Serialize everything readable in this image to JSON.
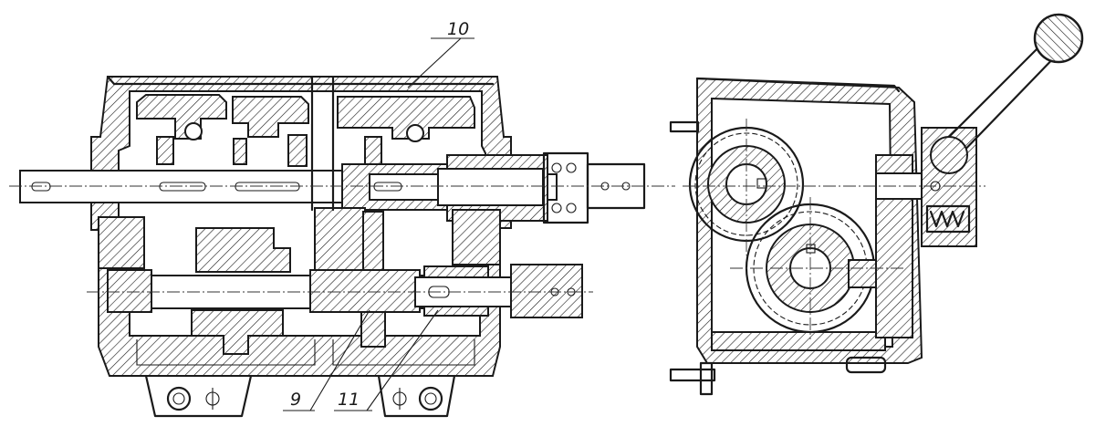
{
  "callouts": {
    "label_10": "10",
    "label_9": "9",
    "label_11": "11"
  },
  "colors": {
    "ink": "#1a1a1a",
    "paper": "#ffffff"
  }
}
